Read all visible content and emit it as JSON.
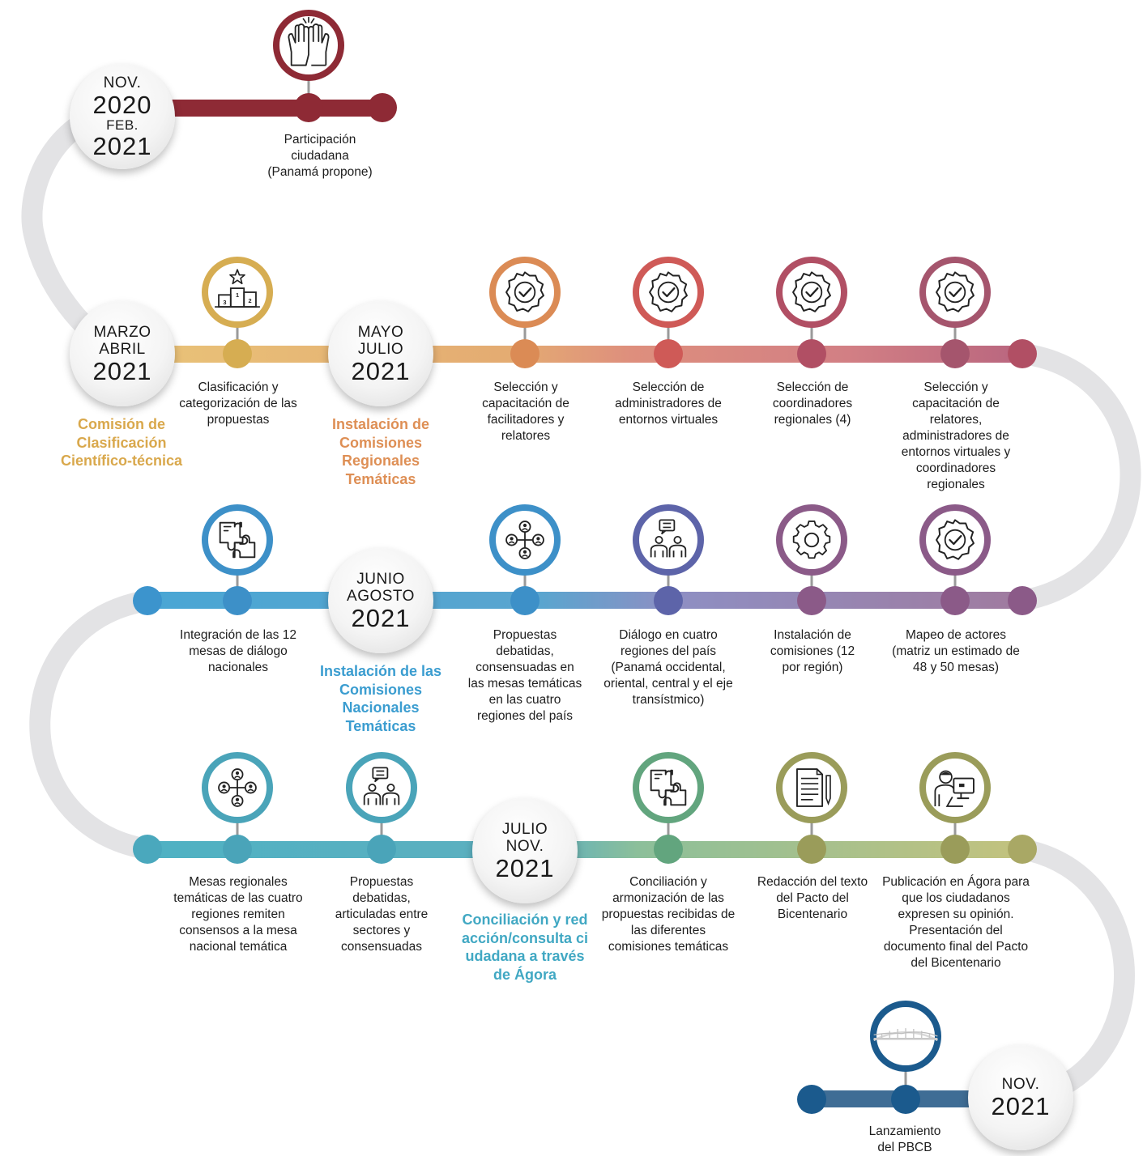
{
  "colors": {
    "track": "#e3e3e5",
    "red": "#8e2a35",
    "gold": "#d6ad52",
    "orange": "#db8b55",
    "rose": "#cf5a57",
    "mauve": "#b14f64",
    "berry": "#a5556d",
    "plum": "#8b5a88",
    "indigo": "#5d64a9",
    "blue": "#3d90c8",
    "teal": "#4aa4b9",
    "green": "#62a57e",
    "olive": "#9a9c5a",
    "navy": "#1b5a8d",
    "cap_gold": "#d9a84c",
    "cap_orange": "#de8f55",
    "cap_blue": "#3b9dd0",
    "cap_teal": "#41a8c3"
  },
  "dates": [
    {
      "id": "d1",
      "lines": [
        "NOV.",
        "2020",
        "FEB.",
        "2021"
      ]
    },
    {
      "id": "d2",
      "lines": [
        "MARZO",
        "ABRIL",
        "2021"
      ]
    },
    {
      "id": "d3",
      "lines": [
        "MAYO",
        "JULIO",
        "2021"
      ]
    },
    {
      "id": "d4",
      "lines": [
        "JUNIO",
        "AGOSTO",
        "2021"
      ]
    },
    {
      "id": "d5",
      "lines": [
        "JULIO",
        "NOV.",
        "2021"
      ]
    },
    {
      "id": "d6",
      "lines": [
        "NOV.",
        "2021"
      ]
    }
  ],
  "captions": {
    "c1": "Comisión de Clasificación Científico-técnica",
    "c2": "Instalación de Comisiones Regionales Temáticas",
    "c3": "Instalación de las Comisiones Nacionales Temáticas",
    "c4": "Conciliación y redacción/consulta ciudadana a través de Ágora"
  },
  "steps": [
    {
      "id": "participacion",
      "icon": "high-five-icon",
      "label": "Participación ciudadana (Panamá propone)"
    },
    {
      "id": "clasificacion",
      "icon": "podium-icon",
      "label": "Clasificación y categorización de las propuestas"
    },
    {
      "id": "seleccion-facilitadores",
      "icon": "verified-badge-icon",
      "label": "Selección y capacitación de facilitadores y relatores"
    },
    {
      "id": "seleccion-administradores",
      "icon": "verified-badge-icon",
      "label": "Selección de administradores de entornos virtuales"
    },
    {
      "id": "seleccion-coordinadores",
      "icon": "verified-badge-icon",
      "label": "Selección de coordinadores regionales (4)"
    },
    {
      "id": "seleccion-relatores",
      "icon": "verified-badge-icon",
      "label": "Selección y capacitación de relatores, administradores de entornos virtuales y coordinadores regionales"
    },
    {
      "id": "mapeo-actores",
      "icon": "verified-badge-icon",
      "label": "Mapeo de actores (matriz un estimado de 48 y 50 mesas)"
    },
    {
      "id": "instalacion-comisiones",
      "icon": "gear-icon",
      "label": "Instalación de comisiones (12 por región)"
    },
    {
      "id": "dialogo-regiones",
      "icon": "dialogue-icon",
      "label": "Diálogo en cuatro regiones del país (Panamá occidental, oriental, central y el eje transístmico)"
    },
    {
      "id": "propuestas-debatidas-regiones",
      "icon": "network-people-icon",
      "label": "Propuestas debatidas, consensuadas en las mesas temáticas en las cuatro regiones del país"
    },
    {
      "id": "integracion-mesas",
      "icon": "puzzle-icon",
      "label": "Integración de las 12 mesas de diálogo nacionales"
    },
    {
      "id": "mesas-regionales",
      "icon": "network-people-icon",
      "label": "Mesas regionales temáticas de las cuatro regiones remiten consensos a la mesa nacional temática"
    },
    {
      "id": "propuestas-articuladas",
      "icon": "dialogue-icon",
      "label": "Propuestas debatidas, articuladas entre sectores y consensuadas"
    },
    {
      "id": "conciliacion",
      "icon": "puzzle-icon",
      "label": "Conciliación y armonización de las propuestas recibidas de las diferentes comisiones temáticas"
    },
    {
      "id": "redaccion",
      "icon": "document-icon",
      "label": "Redacción del texto del Pacto del Bicentenario"
    },
    {
      "id": "publicacion",
      "icon": "computer-user-icon",
      "label": "Publicación en Ágora para que los ciudadanos expresen su opinión. Presentación del documento final del Pacto del Bicentenario"
    },
    {
      "id": "lanzamiento",
      "icon": "bridge-icon",
      "label": "Lanzamiento del PBCB"
    }
  ]
}
